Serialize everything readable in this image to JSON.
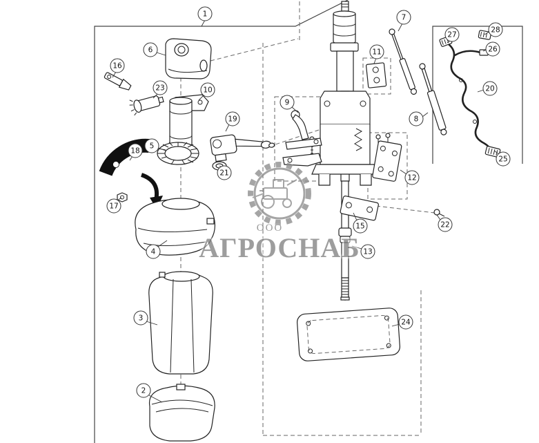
{
  "watermark": {
    "prefix": "ООО",
    "name": "АГРОСНАБ"
  },
  "callouts": [
    {
      "label": "1"
    },
    {
      "label": "2"
    },
    {
      "label": "3"
    },
    {
      "label": "4"
    },
    {
      "label": "5"
    },
    {
      "label": "6"
    },
    {
      "label": "7"
    },
    {
      "label": "8"
    },
    {
      "label": "9"
    },
    {
      "label": "10"
    },
    {
      "label": "11"
    },
    {
      "label": "12"
    },
    {
      "label": "13"
    },
    {
      "label": "15"
    },
    {
      "label": "16"
    },
    {
      "label": "17"
    },
    {
      "label": "18"
    },
    {
      "label": "19"
    },
    {
      "label": "20"
    },
    {
      "label": "21"
    },
    {
      "label": "22"
    },
    {
      "label": "23"
    },
    {
      "label": "24"
    },
    {
      "label": "25"
    },
    {
      "label": "26"
    },
    {
      "label": "27"
    },
    {
      "label": "28"
    }
  ]
}
